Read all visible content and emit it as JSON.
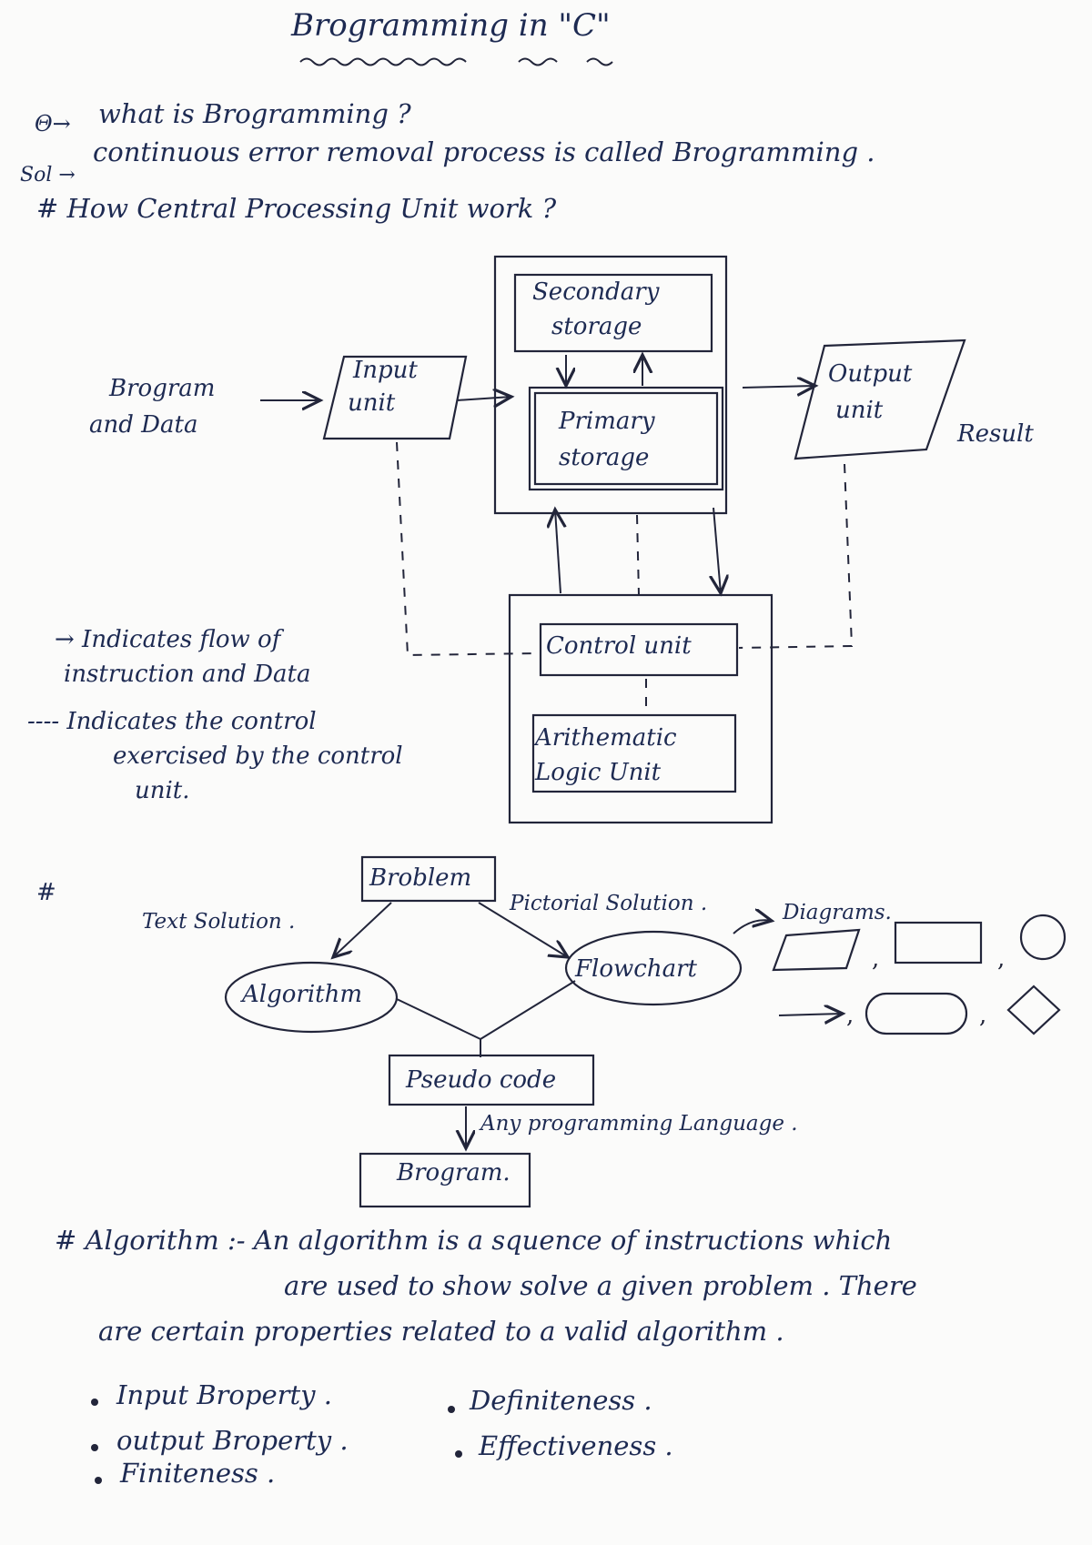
{
  "title": "Brogramming in \"C\"",
  "qa": {
    "q_marker": "Θ→",
    "question": "what is Brogramming ?",
    "a_marker": "Sol →",
    "answer": "continuous error removal process is called Brogramming ."
  },
  "cpu_heading": "# How Central Processing Unit work ?",
  "cpu_diagram": {
    "program_and_data": [
      "Brogram",
      "and Data"
    ],
    "input_unit": [
      "Input",
      "unit"
    ],
    "secondary_storage": [
      "Secondary",
      "storage"
    ],
    "primary_storage": [
      "Primary",
      "storage"
    ],
    "output_unit": [
      "Output",
      "unit"
    ],
    "result": "Result",
    "control_unit": "Control unit",
    "alu": [
      "Arithematic",
      "Logic Unit"
    ]
  },
  "legend": {
    "arrow_text": [
      "→ Indicates flow of",
      "instruction and Data"
    ],
    "dash_text": [
      "---- Indicates the control",
      "exercised by the control",
      "unit."
    ]
  },
  "flow": {
    "hash": "#",
    "problem": "Broblem",
    "text_solution": "Text Solution .",
    "pictorial_solution": "Pictorial Solution .",
    "algorithm": "Algorithm",
    "flowchart": "Flowchart",
    "diagrams": "Diagrams.",
    "pseudo_code": "Pseudo code",
    "any_language": "Any programming Language .",
    "program": "Brogram."
  },
  "algorithm_def": {
    "line1": "# Algorithm :- An algorithm is a squence of instructions which",
    "line2": "are used to show solve a given problem . There",
    "line3": "are certain properties related to a valid algorithm ."
  },
  "properties": {
    "left": [
      "Input Broperty .",
      "output Broperty .",
      "Finiteness ."
    ],
    "right": [
      "Definiteness .",
      "Effectiveness ."
    ]
  }
}
